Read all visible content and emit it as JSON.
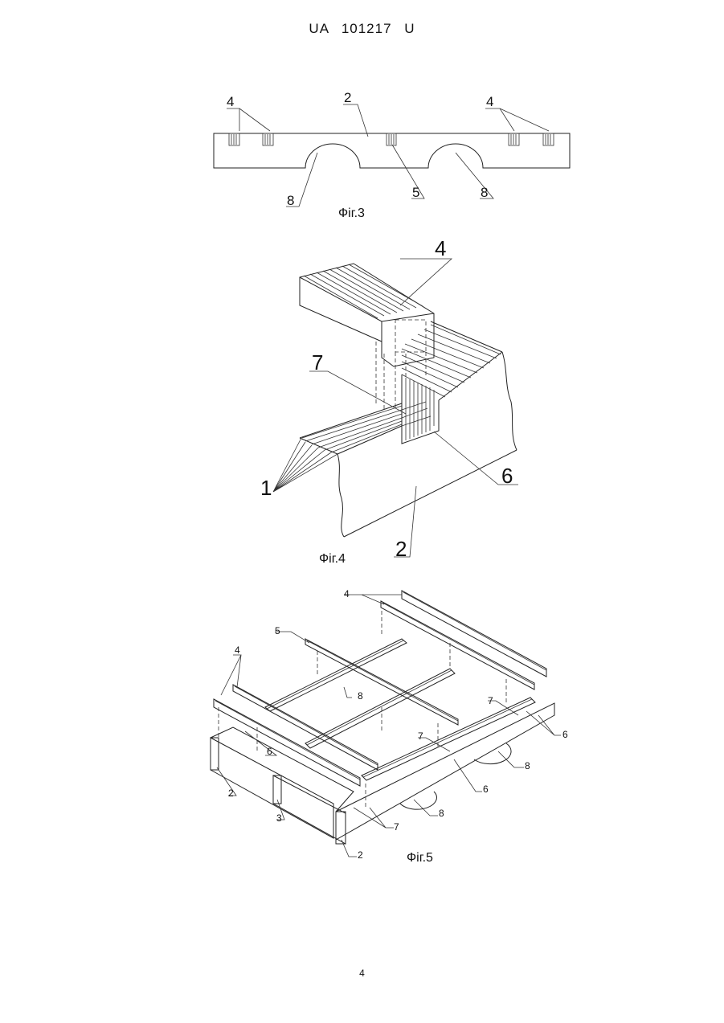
{
  "header": {
    "patent_number": "UA   101217   U"
  },
  "figures": {
    "fig3": {
      "caption": "Фіг.3",
      "labels": {
        "top_left": "4",
        "top_mid": "2",
        "top_right": "4",
        "bottom_left": "8",
        "bottom_mid": "5",
        "bottom_right": "8"
      }
    },
    "fig4": {
      "caption": "Фіг.4",
      "labels": {
        "l4": "4",
        "l7": "7",
        "l1": "1",
        "l6": "6",
        "l2": "2"
      }
    },
    "fig5": {
      "caption": "Фіг.5",
      "labels": {
        "l4a": "4",
        "l5": "5",
        "l4b": "4",
        "l8a": "8",
        "l6a": "6",
        "l2a": "2",
        "l3": "3",
        "l7a": "7",
        "l7b": "7",
        "l6b": "6",
        "l8b": "8",
        "l6c": "6",
        "l8c": "8",
        "l7c": "7",
        "l2b": "2"
      }
    }
  },
  "page_number": "4"
}
